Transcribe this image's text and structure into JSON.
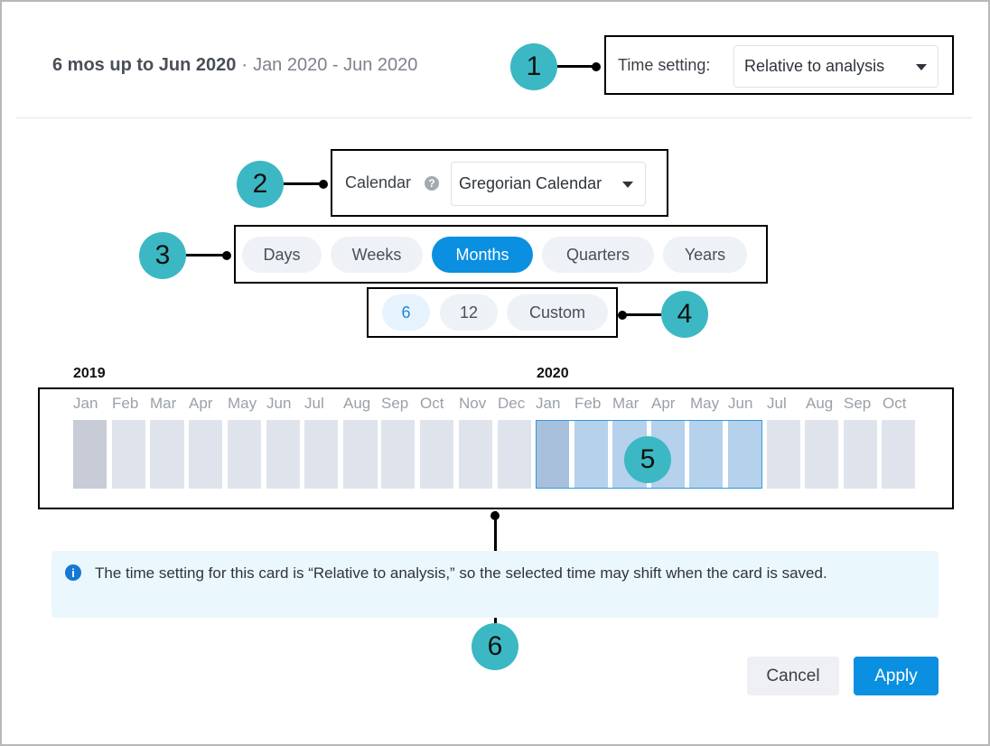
{
  "header": {
    "summary_bold": "6 mos up to Jun 2020",
    "separator": "·",
    "summary_range": "Jan 2020 - Jun 2020"
  },
  "time_setting": {
    "label": "Time setting:",
    "value": "Relative to analysis"
  },
  "calendar": {
    "label": "Calendar",
    "help_glyph": "?",
    "value": "Gregorian Calendar"
  },
  "granularity": {
    "options": [
      "Days",
      "Weeks",
      "Months",
      "Quarters",
      "Years"
    ],
    "selected": "Months"
  },
  "length": {
    "options": [
      "6",
      "12",
      "Custom"
    ],
    "selected": "6"
  },
  "timeline": {
    "years": [
      "2019",
      "2020"
    ],
    "months": [
      "Jan",
      "Feb",
      "Mar",
      "Apr",
      "May",
      "Jun",
      "Jul",
      "Aug",
      "Sep",
      "Oct",
      "Nov",
      "Dec",
      "Jan",
      "Feb",
      "Mar",
      "Apr",
      "May",
      "Jun",
      "Jul",
      "Aug",
      "Sep",
      "Oct"
    ],
    "selected_range": "Jan 2020 - Jun 2020"
  },
  "info": {
    "icon_glyph": "i",
    "text": "The time setting for this card is “Relative to analysis,” so the selected time may shift when the card is saved."
  },
  "buttons": {
    "cancel": "Cancel",
    "apply": "Apply"
  },
  "annotations": [
    "1",
    "2",
    "3",
    "4",
    "5",
    "6"
  ],
  "colors": {
    "accent": "#0b8fe0",
    "badge": "#3bb8c3",
    "info_bg": "#eaf7fd",
    "selected_cells": "#b6d1ec"
  }
}
